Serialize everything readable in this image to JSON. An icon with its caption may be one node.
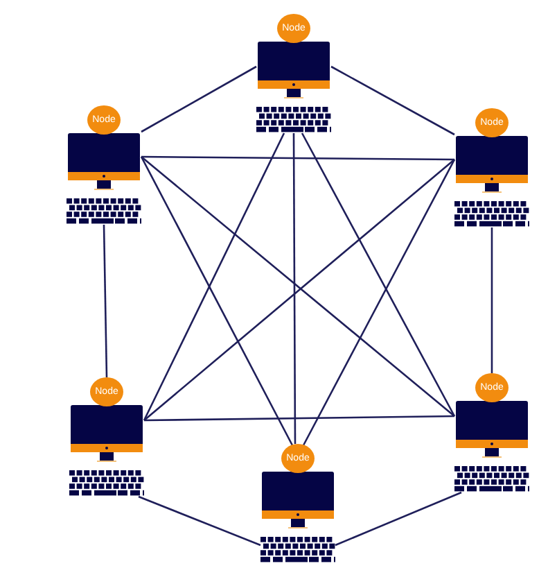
{
  "diagram": {
    "nodes": [
      {
        "text": [
          "Node"
        ]
      },
      {
        "text": [
          "Node"
        ]
      },
      {
        "text": [
          "Node"
        ]
      },
      {
        "text": [
          "Node"
        ]
      },
      {
        "text": [
          "Node"
        ]
      },
      {
        "text": [
          "Node"
        ]
      }
    ],
    "edges": [
      {
        "from": 0,
        "to": 1,
        "arrow": "none"
      },
      {
        "from": 0,
        "to": 2,
        "arrow": "none"
      },
      {
        "from": 1,
        "to": 2,
        "arrow": "none"
      },
      {
        "from": 1,
        "to": 3,
        "arrow": "none"
      },
      {
        "from": 2,
        "to": 5,
        "arrow": "none"
      },
      {
        "from": 3,
        "to": 4,
        "arrow": "none"
      },
      {
        "from": 5,
        "to": 4,
        "arrow": "none"
      },
      {
        "from": 3,
        "to": 5,
        "arrow": "none"
      },
      {
        "from": 1,
        "to": 4,
        "arrow": "none"
      },
      {
        "from": 1,
        "to": 5,
        "arrow": "none"
      },
      {
        "from": 2,
        "to": 3,
        "arrow": "none"
      },
      {
        "from": 2,
        "to": 4,
        "arrow": "none"
      },
      {
        "from": 0,
        "to": 3,
        "arrow": "none"
      },
      {
        "from": 0,
        "to": 4,
        "arrow": "none"
      },
      {
        "from": 0,
        "to": 5,
        "arrow": "none"
      }
    ]
  }
}
